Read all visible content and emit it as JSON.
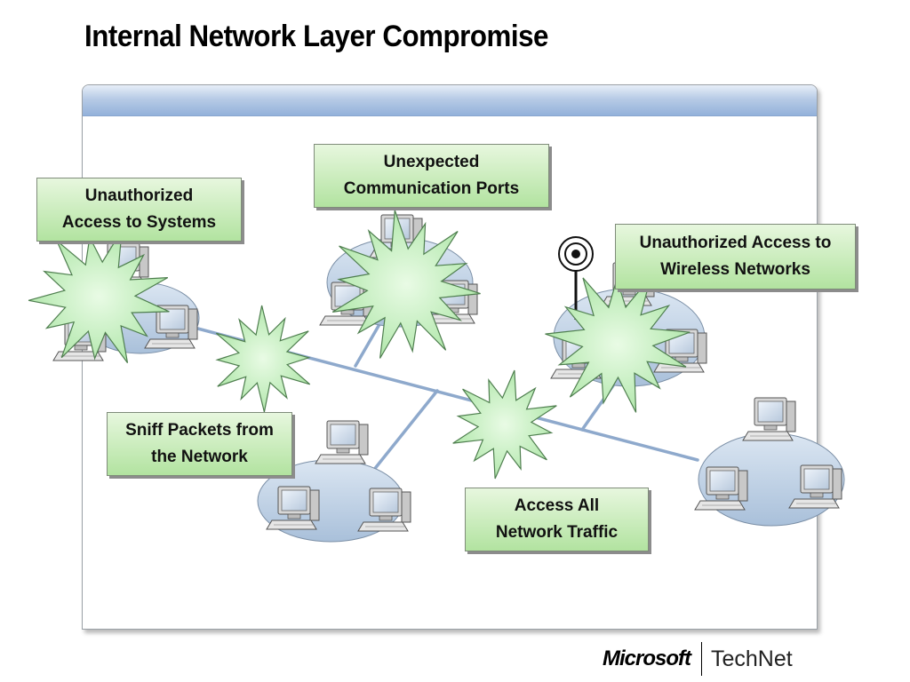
{
  "title": "Internal Network Layer Compromise",
  "callouts": {
    "unauthorized_access_systems": [
      "Unauthorized",
      "Access to Systems"
    ],
    "unexpected_ports": [
      "Unexpected",
      "Communication Ports"
    ],
    "unauthorized_wireless": [
      "Unauthorized Access to",
      "Wireless Networks"
    ],
    "sniff_packets": [
      "Sniff Packets from",
      "the Network"
    ],
    "access_all_traffic": [
      "Access All",
      "Network Traffic"
    ]
  },
  "branding": {
    "microsoft": "Microsoft",
    "technet": "TechNet"
  },
  "icons": [
    "computer-icon",
    "wireless-antenna-icon",
    "attack-burst-icon",
    "network-cable"
  ],
  "colors": {
    "callout_fill_top": "#e7f7de",
    "callout_fill_bottom": "#b2e3a0",
    "burst_fill": "#c9f1c4",
    "cable": "#8ea9cc",
    "segment_ellipse": "#b9cce0",
    "header_band": "#93b1da"
  }
}
